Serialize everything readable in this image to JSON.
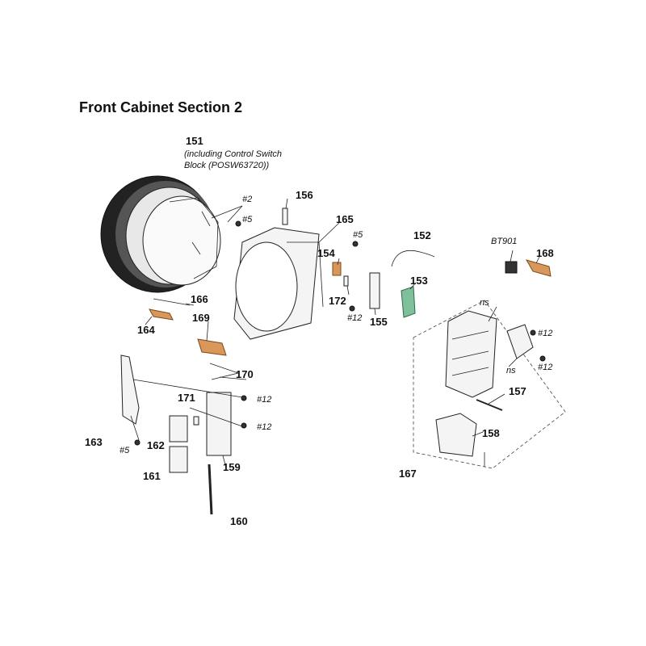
{
  "title": "Front Cabinet Section 2",
  "part151": {
    "number": "151",
    "note_line1": "(including Control Switch",
    "note_line2": "Block (POSW63720))"
  },
  "labels": {
    "p152": "152",
    "p153": "153",
    "p154": "154",
    "p155": "155",
    "p156": "156",
    "p157": "157",
    "p158": "158",
    "p159": "159",
    "p160": "160",
    "p161": "161",
    "p162": "162",
    "p163": "163",
    "p164": "164",
    "p165": "165",
    "p166": "166",
    "p167": "167",
    "p168": "168",
    "p169": "169",
    "p170": "170",
    "p171": "171",
    "p172": "172",
    "bt901": "BT901"
  },
  "screws": {
    "s2": "#2",
    "s5a": "#5",
    "s5b": "#5",
    "s5c": "#5",
    "s12a": "#12",
    "s12b": "#12",
    "s12c": "#12",
    "s12d": "#12",
    "s12e": "#12"
  },
  "ns": {
    "ns1": "ns",
    "ns2": "ns"
  }
}
